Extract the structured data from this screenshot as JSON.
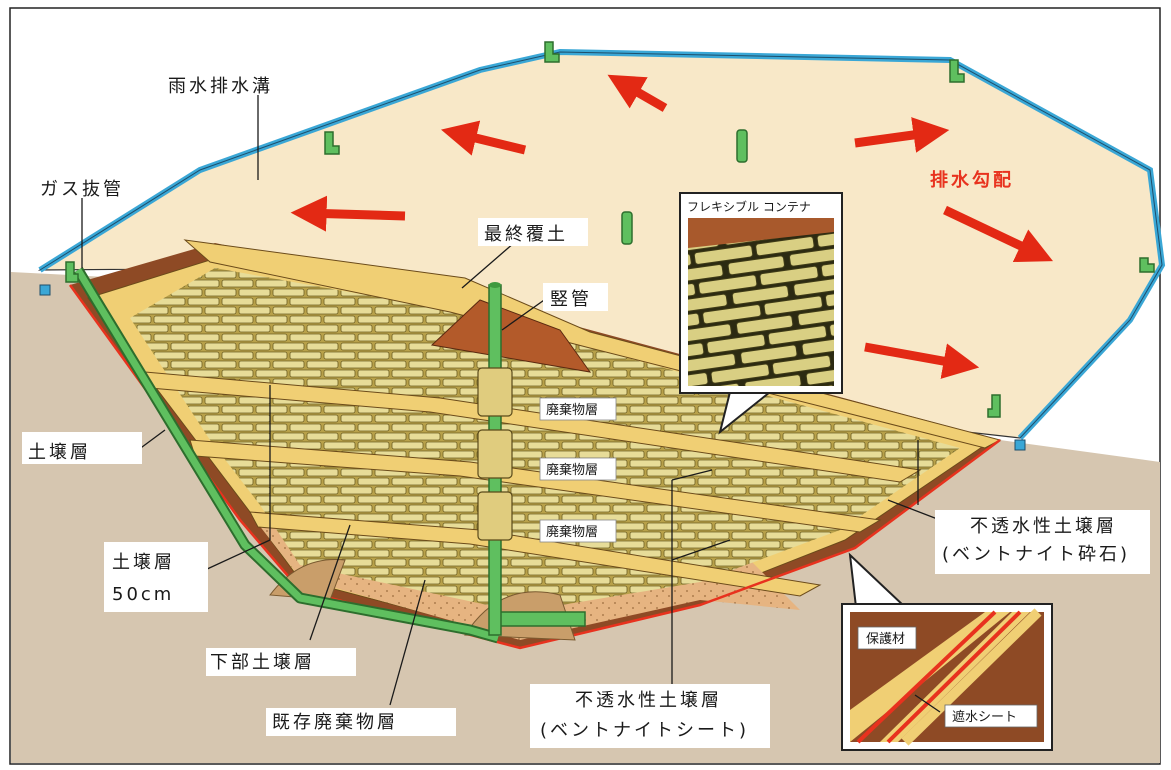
{
  "labels": {
    "rain_drain": "雨水排水溝",
    "gas_vent": "ガス抜管",
    "final_cover": "最終覆土",
    "vertical_pipe": "竪管",
    "soil_layer": "土壌層",
    "soil_layer_thickness_1": "土壌層",
    "soil_layer_thickness_2": "50cm",
    "lower_soil_layer": "下部土壌層",
    "existing_waste_layer": "既存廃棄物層",
    "waste_layer_1": "廃棄物層",
    "waste_layer_2": "廃棄物層",
    "waste_layer_3": "廃棄物層",
    "drainage_slope": "排水勾配",
    "impermeable_gravel_1": "不透水性土壌層",
    "impermeable_gravel_2": "(ベントナイト砕石)",
    "impermeable_sheet_1": "不透水性土壌層",
    "impermeable_sheet_2": "(ベントナイトシート)"
  },
  "callouts": {
    "container_title": "フレキシブル コンテナ",
    "protective_material": "保護材",
    "waterproof_sheet": "遮水シート"
  },
  "colors": {
    "cover_top": "#f8e8c8",
    "ground": "#d6c6b0",
    "brown_layer": "#8e4a25",
    "soil_yellow": "#f0cf74",
    "pipe_green": "#3f9a3f",
    "water_blue": "#3aa7d6",
    "arrow_red": "#e32914",
    "sand": "#e6b481"
  }
}
